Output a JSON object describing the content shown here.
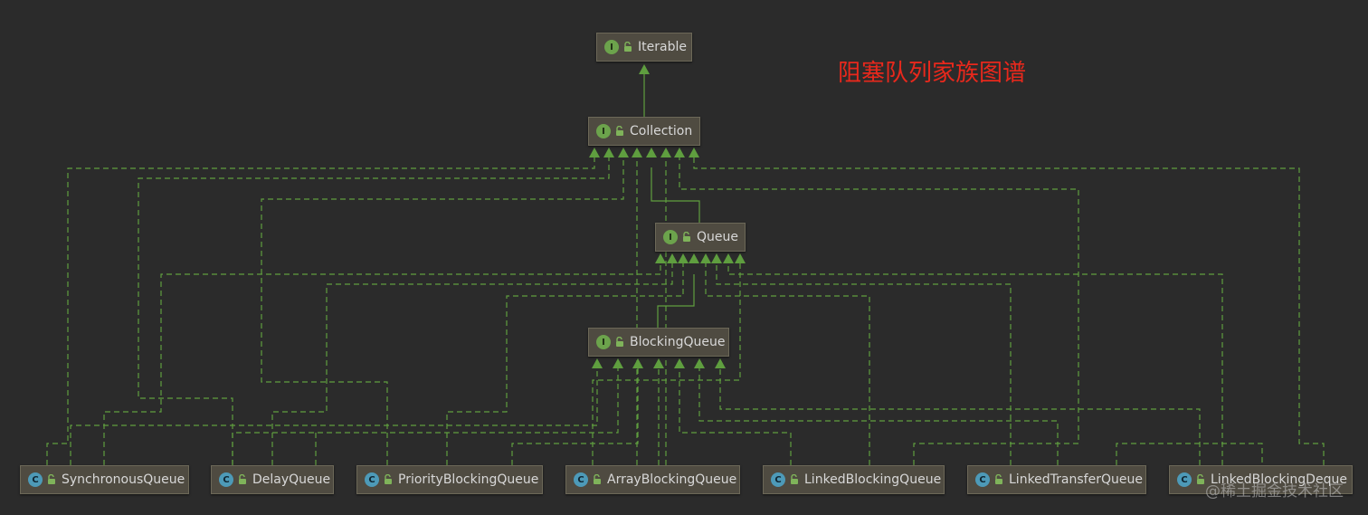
{
  "title": "阻塞队列家族图谱",
  "watermark": "@稀土掘金技术社区",
  "colors": {
    "background": "#2b2b2b",
    "edge": "#5f9e3f",
    "interface_badge": "#6ca34c",
    "class_badge": "#4d9ab8",
    "title": "#e8281c"
  },
  "badges": {
    "interface": "I",
    "class": "C",
    "visibility_icon": "unlocked-icon"
  },
  "nodes": {
    "iterable": {
      "label": "Iterable",
      "kind": "interface"
    },
    "collection": {
      "label": "Collection",
      "kind": "interface"
    },
    "queue": {
      "label": "Queue",
      "kind": "interface"
    },
    "blockingqueue": {
      "label": "BlockingQueue",
      "kind": "interface"
    },
    "synchronousqueue": {
      "label": "SynchronousQueue",
      "kind": "class"
    },
    "delayqueue": {
      "label": "DelayQueue",
      "kind": "class"
    },
    "priorityblockingqueue": {
      "label": "PriorityBlockingQueue",
      "kind": "class"
    },
    "arrayblockingqueue": {
      "label": "ArrayBlockingQueue",
      "kind": "class"
    },
    "linkedblockingqueue": {
      "label": "LinkedBlockingQueue",
      "kind": "class"
    },
    "linkedtransferqueue": {
      "label": "LinkedTransferQueue",
      "kind": "class"
    },
    "linkedblockingdeque": {
      "label": "LinkedBlockingDeque",
      "kind": "class"
    }
  },
  "edges": [
    {
      "from": "collection",
      "to": "iterable",
      "type": "extends"
    },
    {
      "from": "queue",
      "to": "collection",
      "type": "extends"
    },
    {
      "from": "blockingqueue",
      "to": "queue",
      "type": "extends"
    },
    {
      "from": "synchronousqueue",
      "to": "blockingqueue",
      "type": "implements"
    },
    {
      "from": "synchronousqueue",
      "to": "queue",
      "type": "implements"
    },
    {
      "from": "synchronousqueue",
      "to": "collection",
      "type": "implements"
    },
    {
      "from": "delayqueue",
      "to": "blockingqueue",
      "type": "implements"
    },
    {
      "from": "delayqueue",
      "to": "queue",
      "type": "implements"
    },
    {
      "from": "delayqueue",
      "to": "collection",
      "type": "implements"
    },
    {
      "from": "priorityblockingqueue",
      "to": "blockingqueue",
      "type": "implements"
    },
    {
      "from": "priorityblockingqueue",
      "to": "queue",
      "type": "implements"
    },
    {
      "from": "priorityblockingqueue",
      "to": "collection",
      "type": "implements"
    },
    {
      "from": "arrayblockingqueue",
      "to": "blockingqueue",
      "type": "implements"
    },
    {
      "from": "arrayblockingqueue",
      "to": "queue",
      "type": "implements"
    },
    {
      "from": "arrayblockingqueue",
      "to": "collection",
      "type": "implements"
    },
    {
      "from": "linkedblockingqueue",
      "to": "blockingqueue",
      "type": "implements"
    },
    {
      "from": "linkedblockingqueue",
      "to": "queue",
      "type": "implements"
    },
    {
      "from": "linkedblockingqueue",
      "to": "collection",
      "type": "implements"
    },
    {
      "from": "linkedtransferqueue",
      "to": "blockingqueue",
      "type": "implements"
    },
    {
      "from": "linkedtransferqueue",
      "to": "queue",
      "type": "implements"
    },
    {
      "from": "linkedtransferqueue",
      "to": "collection",
      "type": "implements"
    },
    {
      "from": "linkedblockingdeque",
      "to": "blockingqueue",
      "type": "implements"
    },
    {
      "from": "linkedblockingdeque",
      "to": "queue",
      "type": "implements"
    },
    {
      "from": "linkedblockingdeque",
      "to": "collection",
      "type": "implements"
    }
  ]
}
